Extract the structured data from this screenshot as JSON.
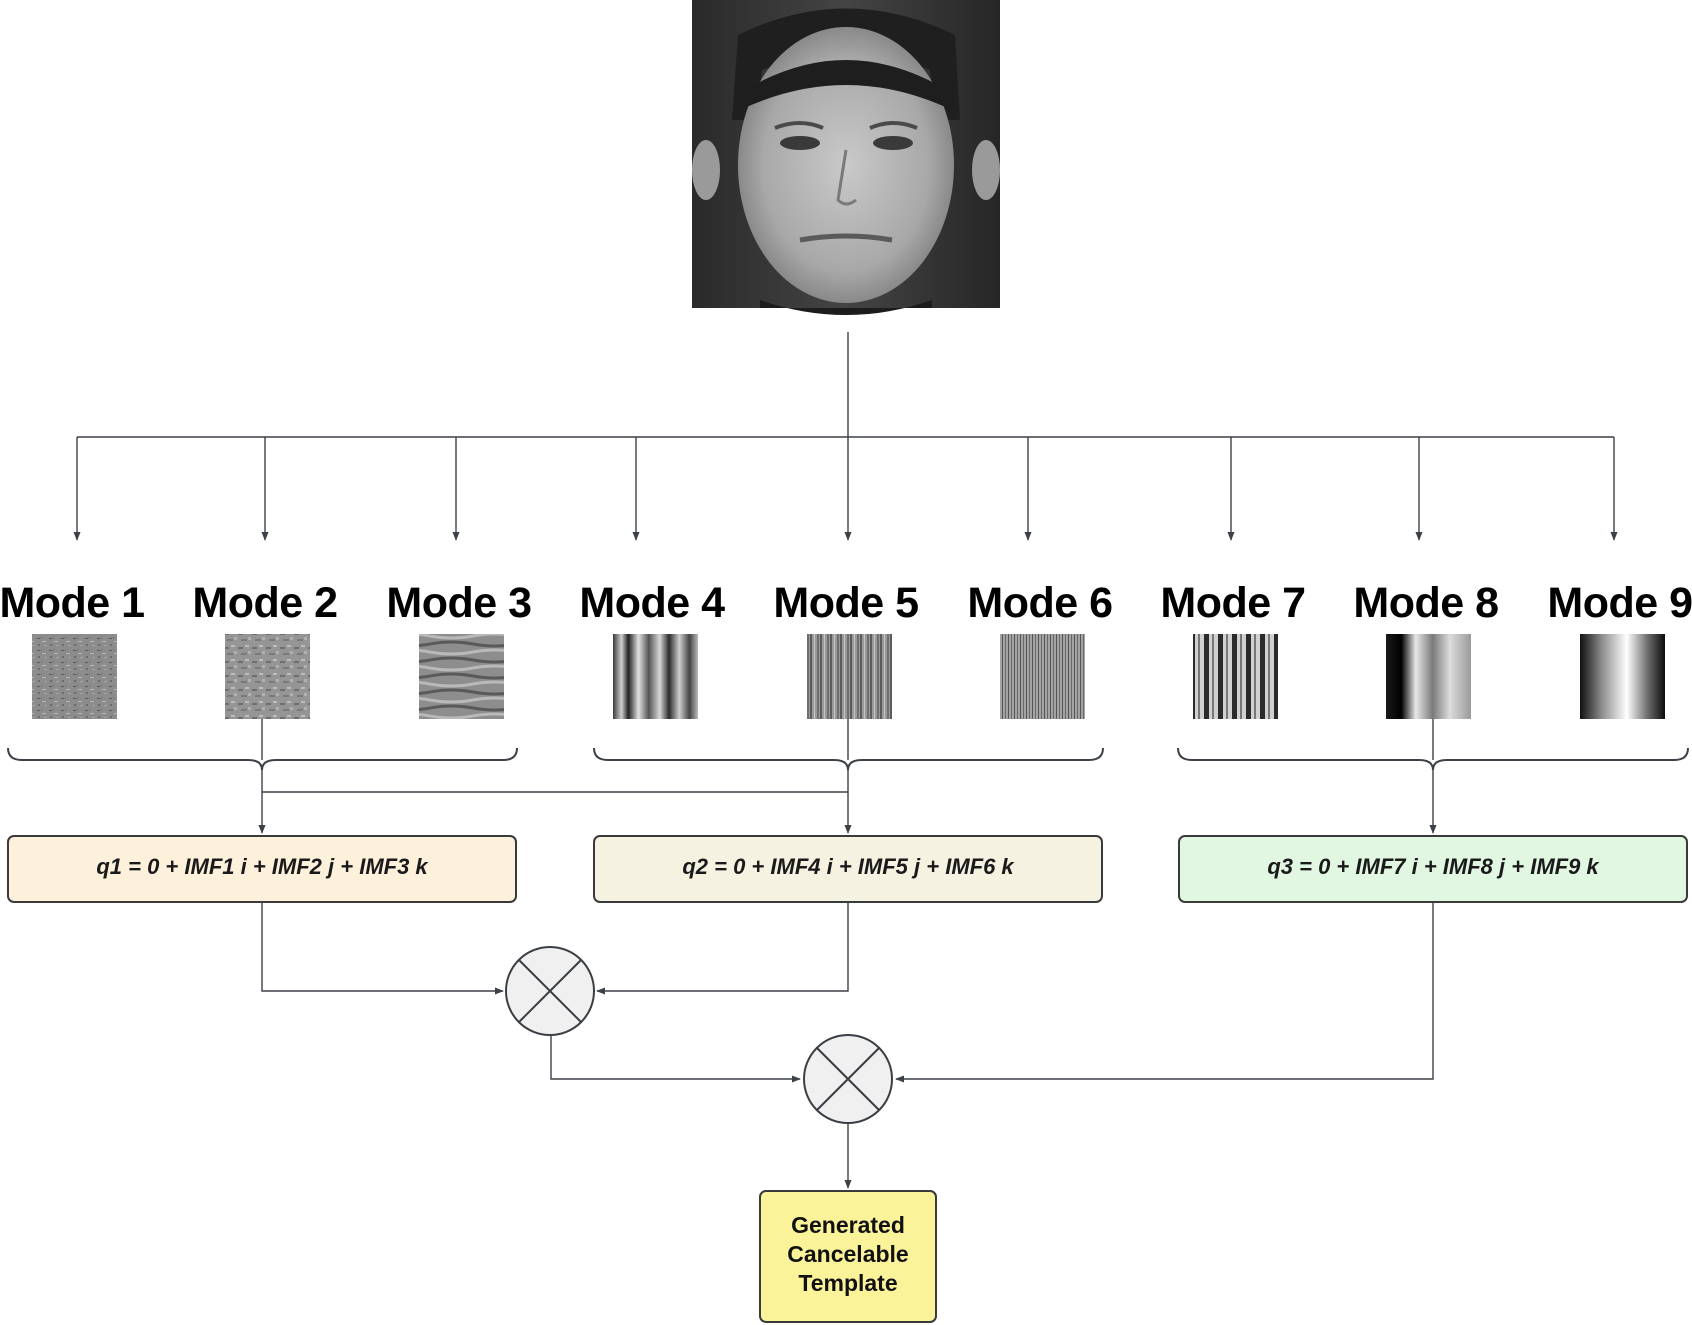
{
  "modes": [
    {
      "label": "Mode 1",
      "pattern": "noise-fine"
    },
    {
      "label": "Mode 2",
      "pattern": "noise-mid"
    },
    {
      "label": "Mode 3",
      "pattern": "waves"
    },
    {
      "label": "Mode 4",
      "pattern": "streaks"
    },
    {
      "label": "Mode 5",
      "pattern": "vertical-fine"
    },
    {
      "label": "Mode 6",
      "pattern": "vertical-dense"
    },
    {
      "label": "Mode 7",
      "pattern": "vertical-bands"
    },
    {
      "label": "Mode 8",
      "pattern": "gradient-bars"
    },
    {
      "label": "Mode 9",
      "pattern": "gradient-smooth"
    }
  ],
  "quaternions": [
    {
      "text": "q1 = 0 + IMF1 i + IMF2 j + IMF3 k",
      "fill": "#fdf1dc"
    },
    {
      "text": "q2 = 0 + IMF4 i + IMF5 j + IMF6 k",
      "fill": "#f6f2e2"
    },
    {
      "text": "q3 = 0 + IMF7 i + IMF8 j + IMF9 k",
      "fill": "#e1f7e2"
    }
  ],
  "output": {
    "lines": [
      "Generated",
      "Cancelable",
      "Template"
    ],
    "fill": "#fbf39a"
  },
  "input_image": {
    "icon": "face-photo"
  },
  "operators": [
    {
      "icon": "multiply-circle-icon"
    },
    {
      "icon": "multiply-circle-icon"
    }
  ]
}
